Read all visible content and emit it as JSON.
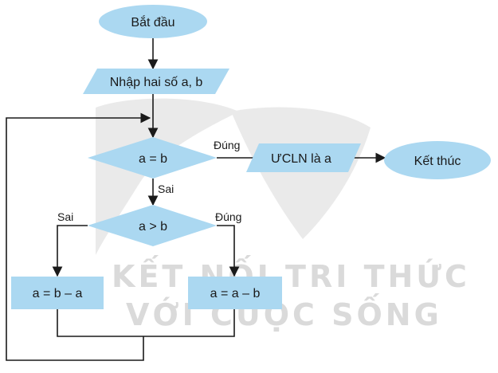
{
  "watermark": {
    "line1": "KẾT NỐI TRI THỨC",
    "line2": "VỚI CUỘC SỐNG"
  },
  "nodes": {
    "start": "Bắt đầu",
    "input": "Nhập hai số a, b",
    "cond_equal": "a = b",
    "output": "ƯCLN là a",
    "end": "Kết thúc",
    "cond_greater": "a > b",
    "assign_b": "a = b – a",
    "assign_a": "a = a – b"
  },
  "edges": {
    "equal_yes": "Đúng",
    "equal_no": "Sai",
    "greater_no": "Sai",
    "greater_yes": "Đúng"
  },
  "colors": {
    "fill": "#abd8f1",
    "line": "#1a1a1a",
    "watermark": "#d6d6d6"
  }
}
